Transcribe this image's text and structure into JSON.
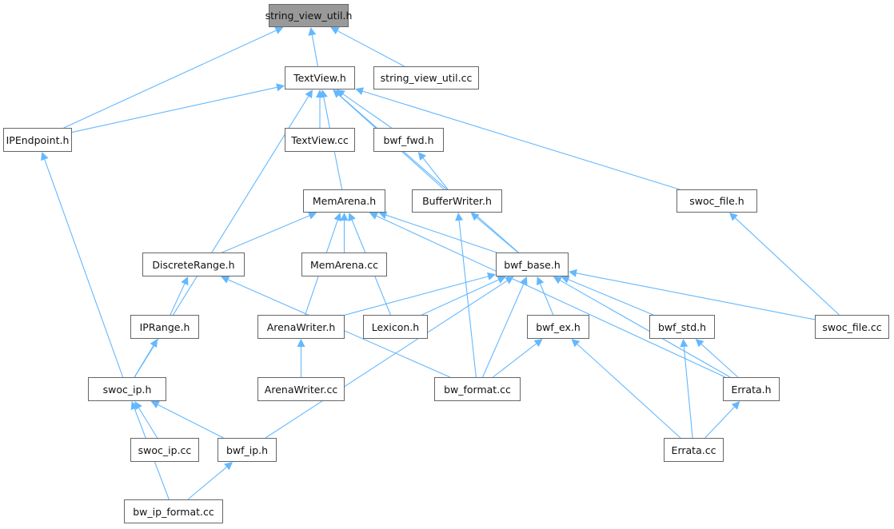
{
  "graph": {
    "title": "string_view_util.h",
    "edge_color": "#63b8ff",
    "root_fill": "#999999",
    "nodes": [
      {
        "id": "svu_h",
        "label": "string_view_util.h",
        "root": true
      },
      {
        "id": "textview_h",
        "label": "TextView.h"
      },
      {
        "id": "svu_cc",
        "label": "string_view_util.cc"
      },
      {
        "id": "ipendpoint_h",
        "label": "IPEndpoint.h"
      },
      {
        "id": "textview_cc",
        "label": "TextView.cc"
      },
      {
        "id": "bwf_fwd_h",
        "label": "bwf_fwd.h"
      },
      {
        "id": "memarena_h",
        "label": "MemArena.h"
      },
      {
        "id": "bufferwriter_h",
        "label": "BufferWriter.h"
      },
      {
        "id": "swoc_file_h",
        "label": "swoc_file.h"
      },
      {
        "id": "discreterange_h",
        "label": "DiscreteRange.h"
      },
      {
        "id": "memarena_cc",
        "label": "MemArena.cc"
      },
      {
        "id": "bwf_base_h",
        "label": "bwf_base.h"
      },
      {
        "id": "iprange_h",
        "label": "IPRange.h"
      },
      {
        "id": "arenawriter_h",
        "label": "ArenaWriter.h"
      },
      {
        "id": "lexicon_h",
        "label": "Lexicon.h"
      },
      {
        "id": "bwf_ex_h",
        "label": "bwf_ex.h"
      },
      {
        "id": "bwf_std_h",
        "label": "bwf_std.h"
      },
      {
        "id": "swoc_file_cc",
        "label": "swoc_file.cc"
      },
      {
        "id": "swoc_ip_h",
        "label": "swoc_ip.h"
      },
      {
        "id": "arenawriter_cc",
        "label": "ArenaWriter.cc"
      },
      {
        "id": "bw_format_cc",
        "label": "bw_format.cc"
      },
      {
        "id": "errata_h",
        "label": "Errata.h"
      },
      {
        "id": "swoc_ip_cc",
        "label": "swoc_ip.cc"
      },
      {
        "id": "bwf_ip_h",
        "label": "bwf_ip.h"
      },
      {
        "id": "errata_cc",
        "label": "Errata.cc"
      },
      {
        "id": "bw_ip_format_cc",
        "label": "bw_ip_format.cc"
      }
    ],
    "edges": [
      [
        "textview_h",
        "svu_h"
      ],
      [
        "svu_cc",
        "svu_h"
      ],
      [
        "ipendpoint_h",
        "svu_h"
      ],
      [
        "ipendpoint_h",
        "textview_h"
      ],
      [
        "textview_cc",
        "textview_h"
      ],
      [
        "bwf_fwd_h",
        "textview_h"
      ],
      [
        "memarena_h",
        "textview_h"
      ],
      [
        "bufferwriter_h",
        "textview_h"
      ],
      [
        "swoc_file_h",
        "textview_h"
      ],
      [
        "bwf_base_h",
        "textview_h"
      ],
      [
        "swoc_ip_h",
        "textview_h"
      ],
      [
        "bufferwriter_h",
        "bwf_fwd_h"
      ],
      [
        "discreterange_h",
        "memarena_h"
      ],
      [
        "memarena_cc",
        "memarena_h"
      ],
      [
        "arenawriter_h",
        "memarena_h"
      ],
      [
        "lexicon_h",
        "memarena_h"
      ],
      [
        "bwf_base_h",
        "memarena_h"
      ],
      [
        "errata_h",
        "memarena_h"
      ],
      [
        "bwf_base_h",
        "bufferwriter_h"
      ],
      [
        "bw_format_cc",
        "bufferwriter_h"
      ],
      [
        "swoc_file_cc",
        "swoc_file_h"
      ],
      [
        "iprange_h",
        "discreterange_h"
      ],
      [
        "bw_format_cc",
        "discreterange_h"
      ],
      [
        "arenawriter_h",
        "bwf_base_h"
      ],
      [
        "lexicon_h",
        "bwf_base_h"
      ],
      [
        "bw_format_cc",
        "bwf_base_h"
      ],
      [
        "bwf_ex_h",
        "bwf_base_h"
      ],
      [
        "bwf_std_h",
        "bwf_base_h"
      ],
      [
        "swoc_file_cc",
        "bwf_base_h"
      ],
      [
        "errata_h",
        "bwf_base_h"
      ],
      [
        "bwf_ip_h",
        "bwf_base_h"
      ],
      [
        "swoc_ip_h",
        "iprange_h"
      ],
      [
        "swoc_ip_h",
        "ipendpoint_h"
      ],
      [
        "arenawriter_cc",
        "arenawriter_h"
      ],
      [
        "bw_format_cc",
        "bwf_ex_h"
      ],
      [
        "errata_cc",
        "bwf_ex_h"
      ],
      [
        "errata_h",
        "bwf_std_h"
      ],
      [
        "errata_cc",
        "bwf_std_h"
      ],
      [
        "errata_cc",
        "errata_h"
      ],
      [
        "swoc_ip_cc",
        "swoc_ip_h"
      ],
      [
        "bwf_ip_h",
        "swoc_ip_h"
      ],
      [
        "bw_ip_format_cc",
        "swoc_ip_h"
      ],
      [
        "bw_ip_format_cc",
        "bwf_ip_h"
      ]
    ]
  }
}
